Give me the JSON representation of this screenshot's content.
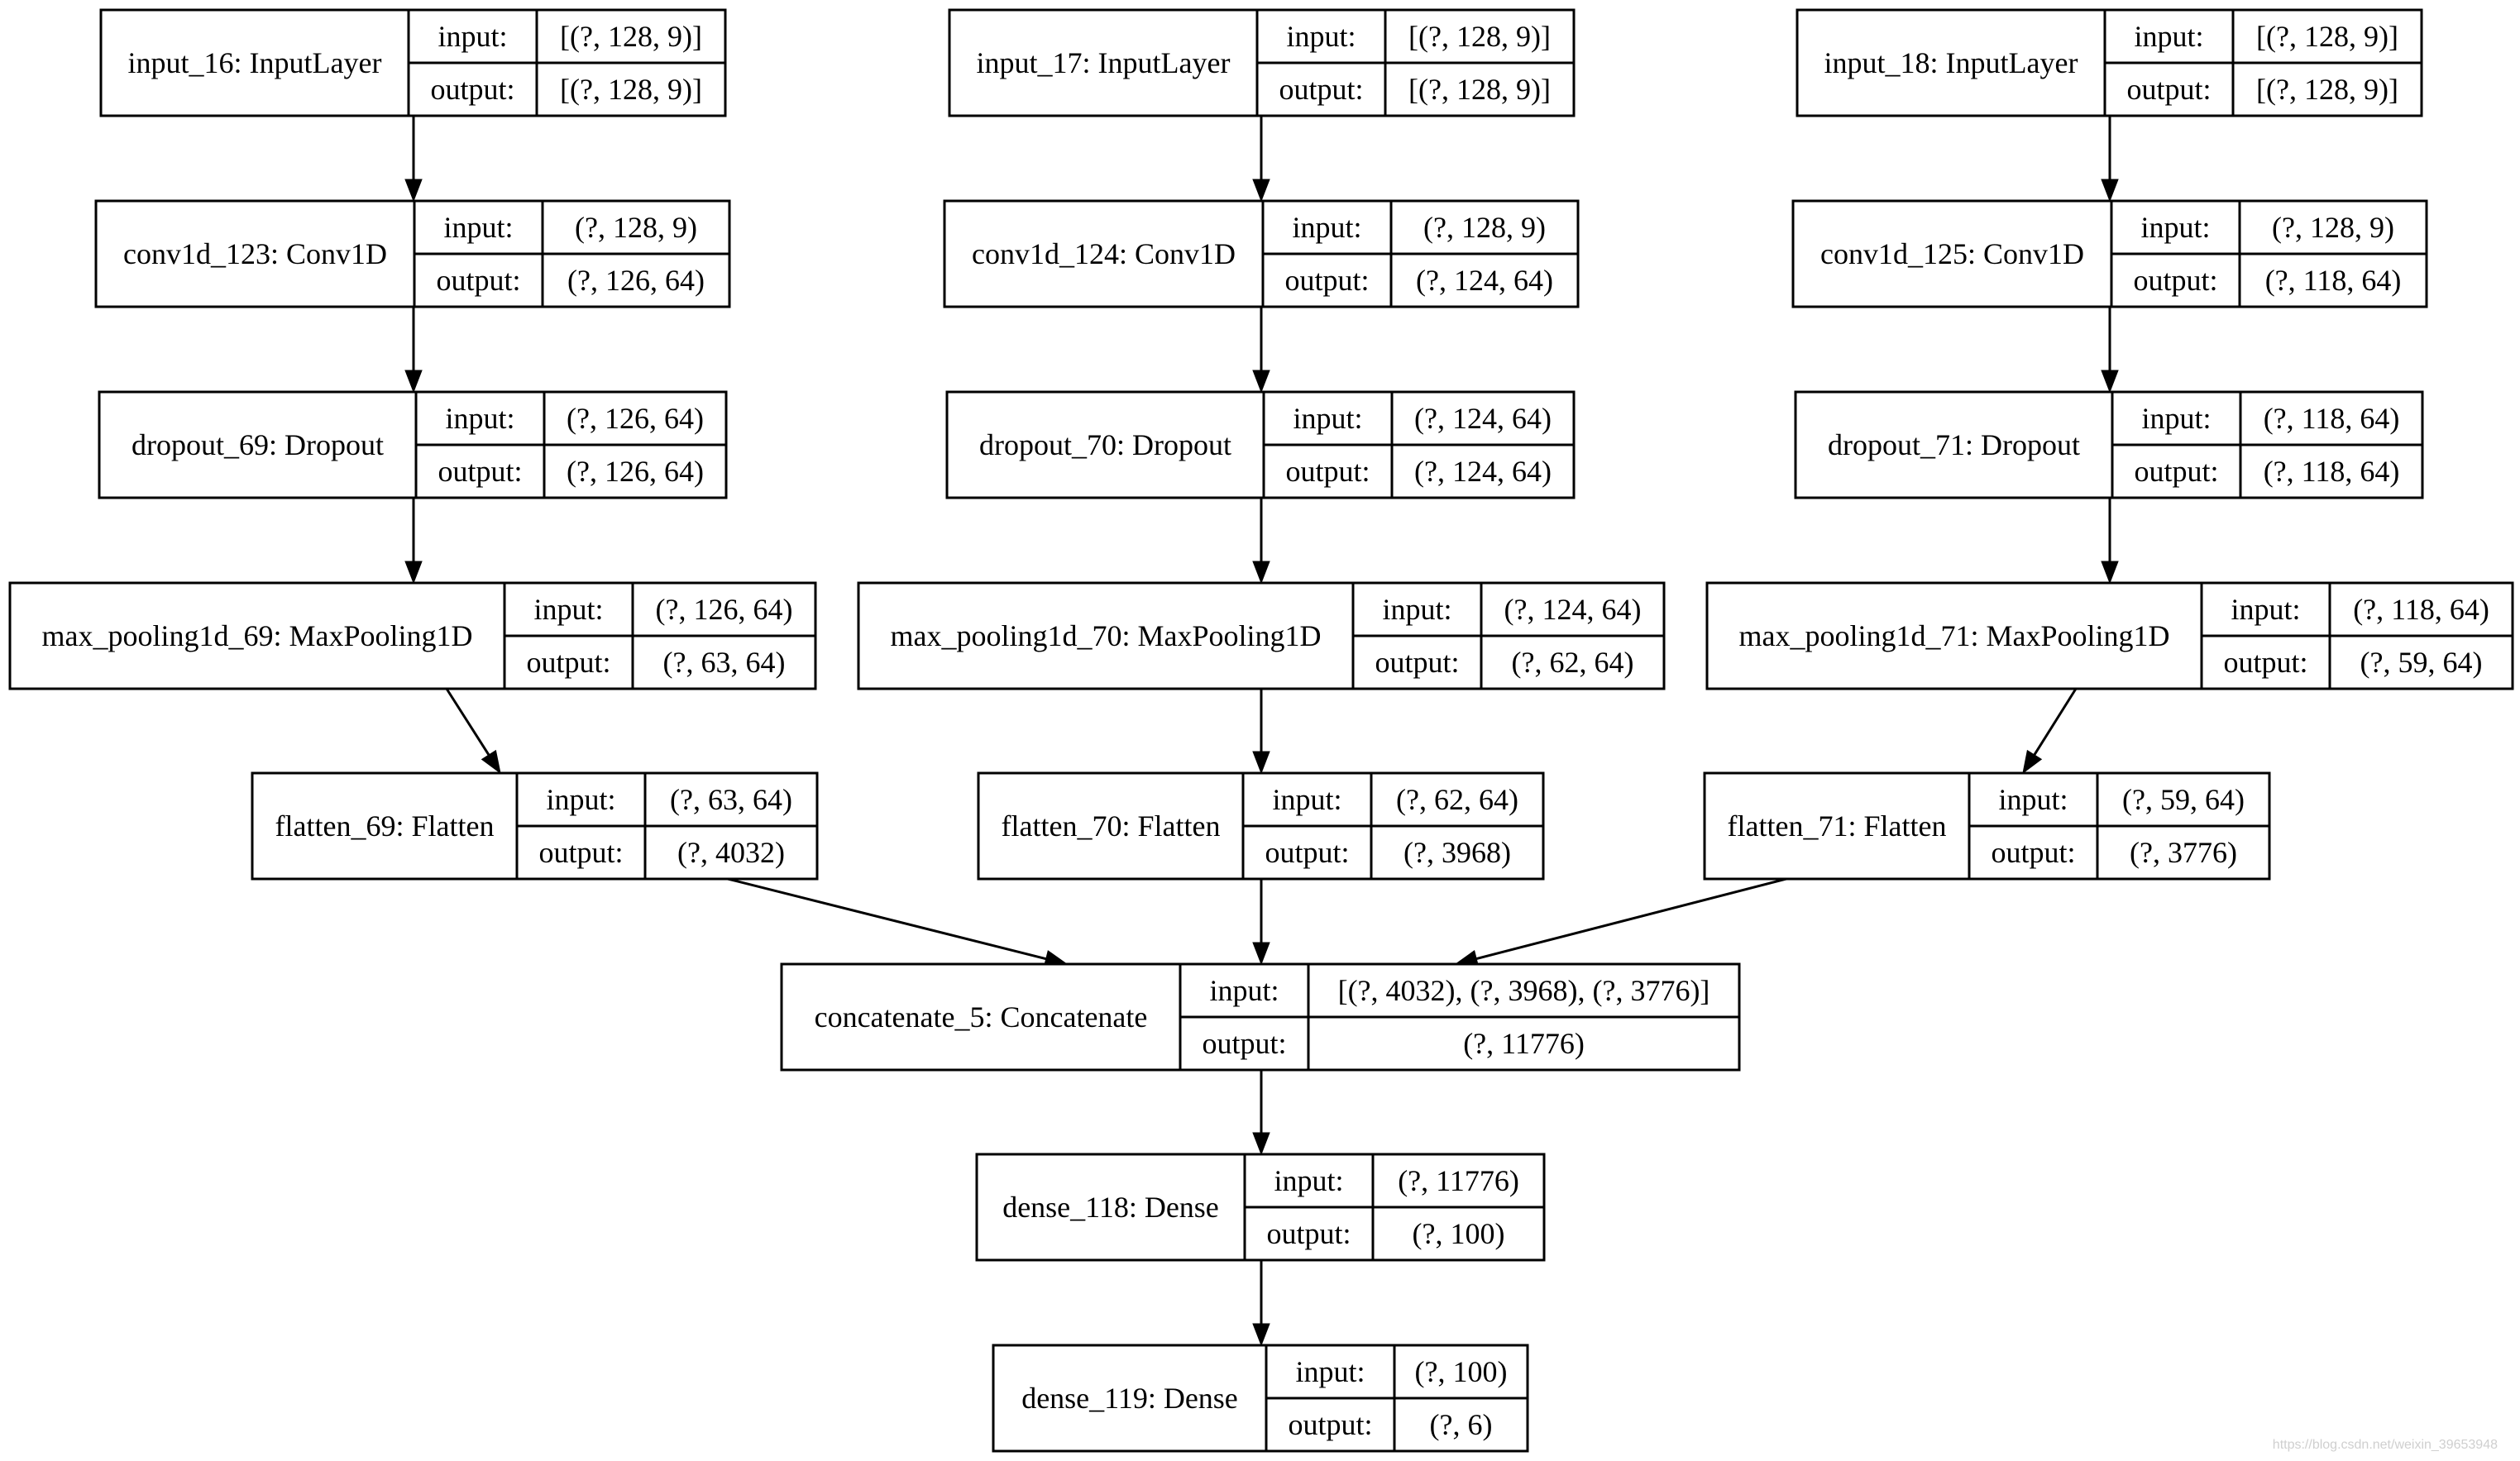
{
  "nodes": [
    {
      "id": "input_16",
      "label": "input_16: InputLayer",
      "input_label": "input:",
      "input": "[(?, 128, 9)]",
      "output_label": "output:",
      "output": "[(?, 128, 9)]"
    },
    {
      "id": "input_17",
      "label": "input_17: InputLayer",
      "input_label": "input:",
      "input": "[(?, 128, 9)]",
      "output_label": "output:",
      "output": "[(?, 128, 9)]"
    },
    {
      "id": "input_18",
      "label": "input_18: InputLayer",
      "input_label": "input:",
      "input": "[(?, 128, 9)]",
      "output_label": "output:",
      "output": "[(?, 128, 9)]"
    },
    {
      "id": "conv1d_123",
      "label": "conv1d_123: Conv1D",
      "input_label": "input:",
      "input": "(?, 128, 9)",
      "output_label": "output:",
      "output": "(?, 126, 64)"
    },
    {
      "id": "conv1d_124",
      "label": "conv1d_124: Conv1D",
      "input_label": "input:",
      "input": "(?, 128, 9)",
      "output_label": "output:",
      "output": "(?, 124, 64)"
    },
    {
      "id": "conv1d_125",
      "label": "conv1d_125: Conv1D",
      "input_label": "input:",
      "input": "(?, 128, 9)",
      "output_label": "output:",
      "output": "(?, 118, 64)"
    },
    {
      "id": "dropout_69",
      "label": "dropout_69: Dropout",
      "input_label": "input:",
      "input": "(?, 126, 64)",
      "output_label": "output:",
      "output": "(?, 126, 64)"
    },
    {
      "id": "dropout_70",
      "label": "dropout_70: Dropout",
      "input_label": "input:",
      "input": "(?, 124, 64)",
      "output_label": "output:",
      "output": "(?, 124, 64)"
    },
    {
      "id": "dropout_71",
      "label": "dropout_71: Dropout",
      "input_label": "input:",
      "input": "(?, 118, 64)",
      "output_label": "output:",
      "output": "(?, 118, 64)"
    },
    {
      "id": "max_pooling1d_69",
      "label": "max_pooling1d_69: MaxPooling1D",
      "input_label": "input:",
      "input": "(?, 126, 64)",
      "output_label": "output:",
      "output": "(?, 63, 64)"
    },
    {
      "id": "max_pooling1d_70",
      "label": "max_pooling1d_70: MaxPooling1D",
      "input_label": "input:",
      "input": "(?, 124, 64)",
      "output_label": "output:",
      "output": "(?, 62, 64)"
    },
    {
      "id": "max_pooling1d_71",
      "label": "max_pooling1d_71: MaxPooling1D",
      "input_label": "input:",
      "input": "(?, 118, 64)",
      "output_label": "output:",
      "output": "(?, 59, 64)"
    },
    {
      "id": "flatten_69",
      "label": "flatten_69: Flatten",
      "input_label": "input:",
      "input": "(?, 63, 64)",
      "output_label": "output:",
      "output": "(?, 4032)"
    },
    {
      "id": "flatten_70",
      "label": "flatten_70: Flatten",
      "input_label": "input:",
      "input": "(?, 62, 64)",
      "output_label": "output:",
      "output": "(?, 3968)"
    },
    {
      "id": "flatten_71",
      "label": "flatten_71: Flatten",
      "input_label": "input:",
      "input": "(?, 59, 64)",
      "output_label": "output:",
      "output": "(?, 3776)"
    },
    {
      "id": "concatenate_5",
      "label": "concatenate_5: Concatenate",
      "input_label": "input:",
      "input": "[(?, 4032), (?, 3968), (?, 3776)]",
      "output_label": "output:",
      "output": "(?, 11776)"
    },
    {
      "id": "dense_118",
      "label": "dense_118: Dense",
      "input_label": "input:",
      "input": "(?, 11776)",
      "output_label": "output:",
      "output": "(?, 100)"
    },
    {
      "id": "dense_119",
      "label": "dense_119: Dense",
      "input_label": "input:",
      "input": "(?, 100)",
      "output_label": "output:",
      "output": "(?, 6)"
    }
  ],
  "edges": [
    [
      "input_16",
      "conv1d_123"
    ],
    [
      "input_17",
      "conv1d_124"
    ],
    [
      "input_18",
      "conv1d_125"
    ],
    [
      "conv1d_123",
      "dropout_69"
    ],
    [
      "conv1d_124",
      "dropout_70"
    ],
    [
      "conv1d_125",
      "dropout_71"
    ],
    [
      "dropout_69",
      "max_pooling1d_69"
    ],
    [
      "dropout_70",
      "max_pooling1d_70"
    ],
    [
      "dropout_71",
      "max_pooling1d_71"
    ],
    [
      "max_pooling1d_69",
      "flatten_69"
    ],
    [
      "max_pooling1d_70",
      "flatten_70"
    ],
    [
      "max_pooling1d_71",
      "flatten_71"
    ],
    [
      "flatten_69",
      "concatenate_5"
    ],
    [
      "flatten_70",
      "concatenate_5"
    ],
    [
      "flatten_71",
      "concatenate_5"
    ],
    [
      "concatenate_5",
      "dense_118"
    ],
    [
      "dense_118",
      "dense_119"
    ]
  ],
  "watermark": "https://blog.csdn.net/weixin_39653948"
}
